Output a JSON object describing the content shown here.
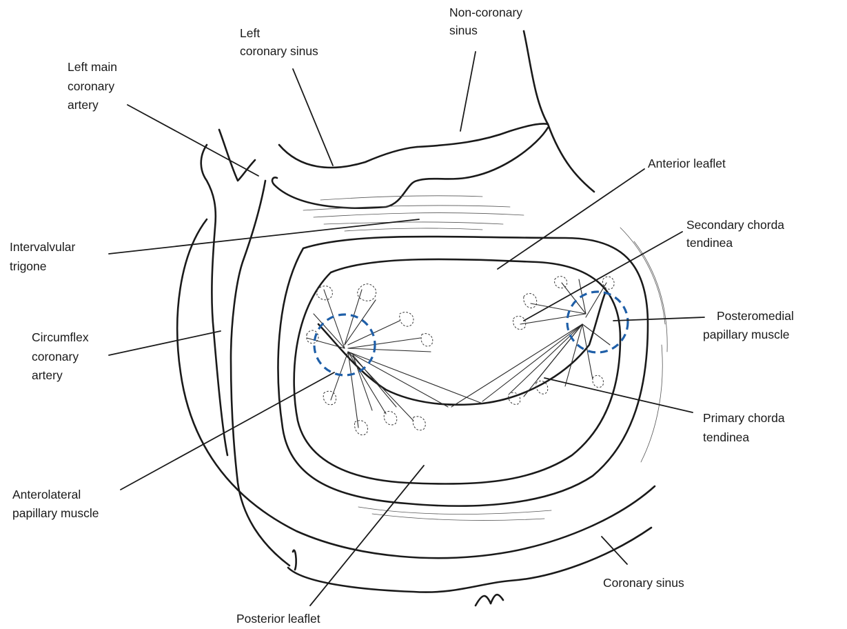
{
  "labels": {
    "non_coronary_sinus": [
      "Non-coronary",
      "sinus"
    ],
    "left_coronary_sinus": [
      "Left",
      "coronary sinus"
    ],
    "left_main_coronary_artery": [
      "Left main",
      "coronary",
      "artery"
    ],
    "anterior_leaflet": [
      "Anterior leaflet"
    ],
    "secondary_chorda_tendinea": [
      "Secondary chorda",
      "tendinea"
    ],
    "intervalvular_trigone": [
      "Intervalvular",
      "trigone"
    ],
    "posteromedial_papillary_muscle": [
      "Posteromedial",
      "papillary muscle"
    ],
    "circumflex_coronary_artery": [
      "Circumflex",
      "coronary",
      "artery"
    ],
    "primary_chorda_tendinea": [
      "Primary chorda",
      "tendinea"
    ],
    "anterolateral_papillary_muscle": [
      "Anterolateral",
      "papillary muscle"
    ],
    "coronary_sinus": [
      "Coronary sinus"
    ],
    "posterior_leaflet": [
      "Posterior leaflet"
    ]
  },
  "colors": {
    "ink": "#1a1a1a",
    "highlight_circle": "#1f5fa8"
  }
}
